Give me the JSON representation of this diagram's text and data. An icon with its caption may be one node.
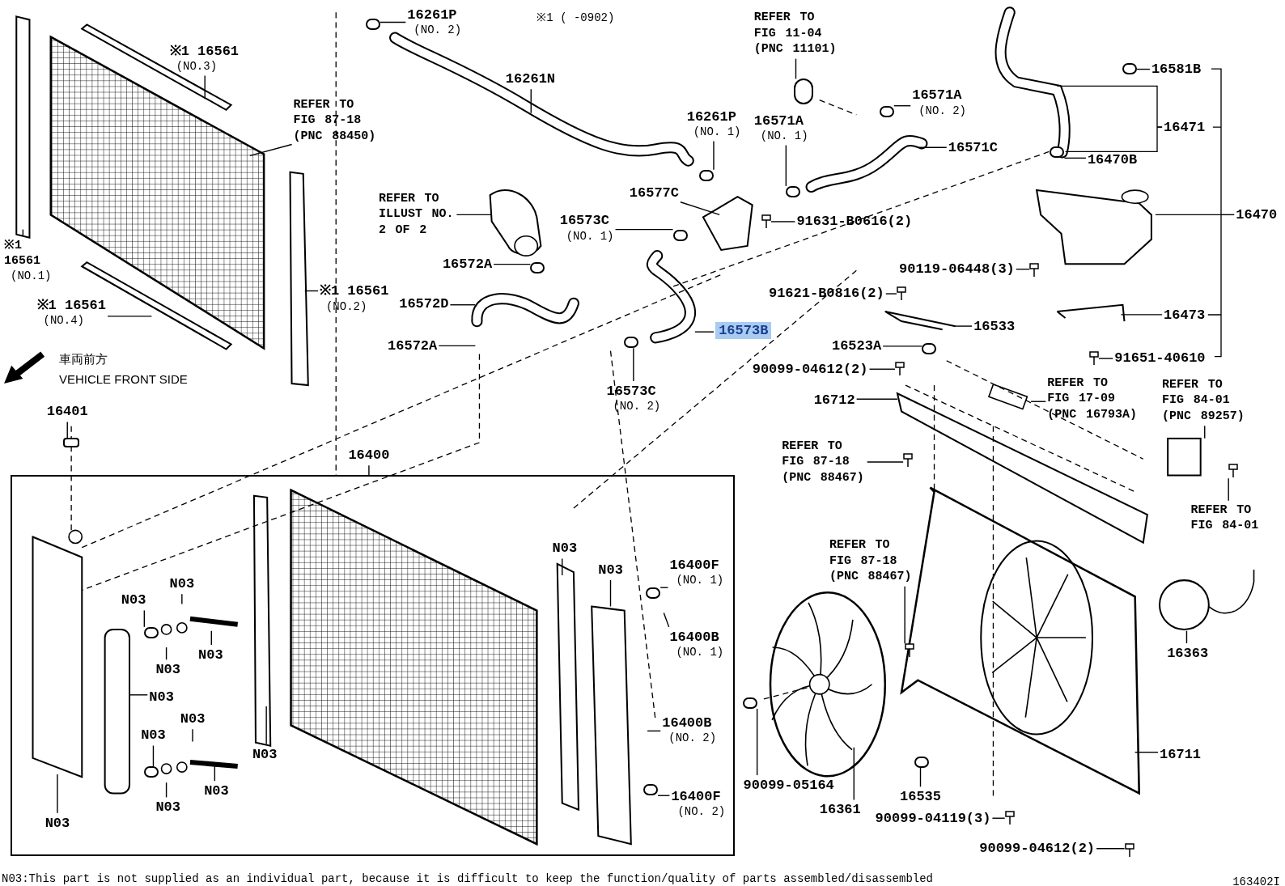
{
  "diagram": {
    "nodes": [
      {
        "text": [
          "16261P",
          "(NO. 2)"
        ]
      },
      {
        "text": [
          "※1 16561",
          "(NO.3)"
        ]
      },
      {
        "text": [
          "REFER TO FIG 87-18 (PNC 88450)"
        ]
      },
      {
        "text": [
          "REFER TO FIG 11-04 (PNC 11101)"
        ]
      },
      {
        "text": [
          "16261N"
        ]
      },
      {
        "text": [
          "※1 16561",
          "(NO.1)"
        ]
      },
      {
        "text": [
          "REFER TO ILLUST NO. 2 OF 2"
        ]
      },
      {
        "text": [
          "16261P",
          "(NO. 1)"
        ]
      },
      {
        "text": [
          "16571A",
          "(NO. 2)"
        ]
      },
      {
        "text": [
          "16571A",
          "(NO. 1)"
        ]
      },
      {
        "text": [
          "16571C"
        ]
      },
      {
        "text": [
          "16581B"
        ]
      },
      {
        "text": [
          "16471"
        ]
      },
      {
        "text": [
          "16470B"
        ]
      },
      {
        "text": [
          "16577C"
        ]
      },
      {
        "text": [
          "16573C",
          "(NO. 1)"
        ]
      },
      {
        "text": [
          "91631-B0616(2)"
        ]
      },
      {
        "text": [
          "16470"
        ]
      },
      {
        "text": [
          "16572A"
        ]
      },
      {
        "text": [
          "※1 16561",
          "(NO.2)"
        ]
      },
      {
        "text": [
          "16572D"
        ]
      },
      {
        "text": [
          "90119-06448(3)"
        ]
      },
      {
        "text": [
          "91621-B0816(2)"
        ]
      },
      {
        "text": [
          "※1 16561",
          "(NO.4)"
        ]
      },
      {
        "text": [
          "16533"
        ]
      },
      {
        "text": [
          "16473"
        ]
      },
      {
        "text": [
          "16573B"
        ]
      },
      {
        "text": [
          "16572A"
        ]
      },
      {
        "text": [
          "16523A"
        ]
      },
      {
        "text": [
          "91651-40610"
        ]
      },
      {
        "text": [
          "90099-04612(2)"
        ]
      },
      {
        "text": [
          "16573C",
          "(NO. 2)"
        ]
      },
      {
        "text": [
          "16712"
        ]
      },
      {
        "text": [
          "REFER TO FIG 17-09 (PNC 16793A)"
        ]
      },
      {
        "text": [
          "REFER TO FIG 84-01 (PNC 89257)"
        ]
      },
      {
        "text": [
          "16401"
        ]
      },
      {
        "text": [
          "REFER TO FIG 87-18 (PNC 88467)"
        ]
      },
      {
        "text": [
          "16400"
        ]
      },
      {
        "text": [],
        "shape": "box"
      },
      {
        "text": [
          "N03"
        ],
        "in": 38
      },
      {
        "text": [
          "N03"
        ],
        "in": 38
      },
      {
        "text": [
          "N03"
        ],
        "in": 38
      },
      {
        "text": [
          "N03"
        ],
        "in": 38
      },
      {
        "text": [
          "N03"
        ],
        "in": 38
      },
      {
        "text": [
          "N03"
        ],
        "in": 38
      },
      {
        "text": [
          "N03"
        ],
        "in": 38
      },
      {
        "text": [
          "N03"
        ],
        "in": 38
      },
      {
        "text": [
          "N03"
        ],
        "in": 38
      },
      {
        "text": [
          "N03"
        ],
        "in": 38
      },
      {
        "text": [
          "N03"
        ],
        "in": 38
      },
      {
        "text": [
          "N03"
        ],
        "in": 38
      },
      {
        "text": [
          "N03"
        ],
        "in": 38
      },
      {
        "text": [
          "16400F",
          "(NO. 1)"
        ],
        "in": 38
      },
      {
        "text": [
          "16400B",
          "(NO. 1)"
        ],
        "in": 38
      },
      {
        "text": [
          "16400B",
          "(NO. 2)"
        ],
        "in": 38
      },
      {
        "text": [
          "16400F",
          "(NO. 2)"
        ],
        "in": 38
      },
      {
        "text": [
          "REFER TO FIG 84-01"
        ]
      },
      {
        "text": [
          "REFER TO FIG 87-18 (PNC 88467)"
        ]
      },
      {
        "text": [
          "16363"
        ]
      },
      {
        "text": [
          "16711"
        ]
      },
      {
        "text": [
          "90099-05164"
        ]
      },
      {
        "text": [
          "16361"
        ]
      },
      {
        "text": [
          "16535"
        ]
      },
      {
        "text": [
          "90099-04119(3)"
        ]
      },
      {
        "text": [
          "90099-04612(2)"
        ]
      },
      {
        "text": [],
        "shape": "circle"
      },
      {
        "text": [],
        "shape": "circle"
      },
      {
        "text": [],
        "shape": "circle"
      },
      {
        "text": [],
        "shape": "circle"
      },
      {
        "text": [],
        "shape": "circle"
      },
      {
        "text": [],
        "shape": "circle"
      },
      {
        "text": [],
        "shape": "circle"
      },
      {
        "text": [],
        "shape": "circle"
      },
      {
        "text": [],
        "shape": "circle"
      },
      {
        "text": [],
        "shape": "circle",
        "in": 38
      },
      {
        "text": [],
        "shape": "circle",
        "in": 38
      },
      {
        "text": [],
        "shape": "circle"
      },
      {
        "text": [],
        "shape": "box"
      },
      {
        "text": [],
        "shape": "circle"
      },
      {
        "text": [],
        "shape": "bolt"
      },
      {
        "text": [],
        "shape": "bolt"
      },
      {
        "text": [],
        "shape": "bolt"
      },
      {
        "text": [],
        "shape": "bolt"
      },
      {
        "text": [],
        "shape": "bolt"
      },
      {
        "text": [],
        "shape": "bolt"
      },
      {
        "text": [],
        "shape": "bolt"
      },
      {
        "text": [],
        "shape": "bolt"
      },
      {
        "text": [],
        "shape": "bolt"
      },
      {
        "text": [],
        "shape": "bolt"
      },
      {
        "text": [],
        "shape": "cylinder"
      },
      {
        "text": [],
        "shape": "circle"
      },
      {
        "text": [],
        "shape": "circle",
        "in": 38
      },
      {
        "text": [],
        "shape": "circle",
        "in": 38
      }
    ],
    "edges": [
      {
        "from": 0,
        "to": 65,
        "arrow": "none"
      },
      {
        "from": 1,
        "to": null,
        "arrow": "none"
      },
      {
        "from": 2,
        "to": null,
        "arrow": "none"
      },
      {
        "from": 3,
        "to": 89,
        "arrow": "none"
      },
      {
        "from": 4,
        "to": null,
        "arrow": "none"
      },
      {
        "from": 5,
        "to": null,
        "arrow": "none"
      },
      {
        "from": 6,
        "to": null,
        "arrow": "none"
      },
      {
        "from": 7,
        "to": 66,
        "arrow": "none"
      },
      {
        "from": 8,
        "to": 67,
        "arrow": "none"
      },
      {
        "from": 9,
        "to": 68,
        "arrow": "none"
      },
      {
        "from": 10,
        "to": null,
        "arrow": "none"
      },
      {
        "from": 11,
        "to": 72,
        "arrow": "none"
      },
      {
        "from": 12,
        "to": null,
        "arrow": "none"
      },
      {
        "from": 13,
        "to": 73,
        "arrow": "none"
      },
      {
        "from": 14,
        "to": null,
        "arrow": "none"
      },
      {
        "from": 15,
        "to": 69,
        "arrow": "none"
      },
      {
        "from": 16,
        "to": 79,
        "arrow": "none"
      },
      {
        "from": 17,
        "to": null,
        "arrow": "none"
      },
      {
        "from": 18,
        "to": 70,
        "arrow": "none"
      },
      {
        "from": 19,
        "to": null,
        "arrow": "none"
      },
      {
        "from": 20,
        "to": null,
        "arrow": "none"
      },
      {
        "from": 21,
        "to": 80,
        "arrow": "none"
      },
      {
        "from": 22,
        "to": 81,
        "arrow": "none"
      },
      {
        "from": 23,
        "to": null,
        "arrow": "none"
      },
      {
        "from": 24,
        "to": null,
        "arrow": "none"
      },
      {
        "from": 25,
        "to": null,
        "arrow": "none"
      },
      {
        "from": 26,
        "to": null,
        "arrow": "none"
      },
      {
        "from": 27,
        "to": null,
        "arrow": "none"
      },
      {
        "from": 28,
        "to": 76,
        "arrow": "none"
      },
      {
        "from": 29,
        "to": 83,
        "arrow": "none"
      },
      {
        "from": 30,
        "to": 82,
        "arrow": "none"
      },
      {
        "from": 31,
        "to": 71,
        "arrow": "none"
      },
      {
        "from": 32,
        "to": null,
        "arrow": "none"
      },
      {
        "from": 33,
        "to": null,
        "arrow": "none"
      },
      {
        "from": 34,
        "to": null,
        "arrow": "none"
      },
      {
        "from": 35,
        "to": 77,
        "arrow": "none"
      },
      {
        "from": 36,
        "to": 86,
        "arrow": "none"
      },
      {
        "from": 37,
        "to": 38,
        "arrow": "none"
      },
      {
        "from": 39,
        "to": null,
        "arrow": "none"
      },
      {
        "from": 40,
        "to": null,
        "arrow": "none"
      },
      {
        "from": 41,
        "to": null,
        "arrow": "none"
      },
      {
        "from": 42,
        "to": 91,
        "arrow": "none"
      },
      {
        "from": 43,
        "to": null,
        "arrow": "none"
      },
      {
        "from": 44,
        "to": null,
        "arrow": "none"
      },
      {
        "from": 45,
        "to": null,
        "arrow": "none"
      },
      {
        "from": 46,
        "to": null,
        "arrow": "none"
      },
      {
        "from": 47,
        "to": 92,
        "arrow": "none"
      },
      {
        "from": 48,
        "to": null,
        "arrow": "none"
      },
      {
        "from": 49,
        "to": null,
        "arrow": "none"
      },
      {
        "from": 50,
        "to": null,
        "arrow": "none"
      },
      {
        "from": 51,
        "to": null,
        "arrow": "none"
      },
      {
        "from": 52,
        "to": 74,
        "arrow": "none"
      },
      {
        "from": 53,
        "to": null,
        "arrow": "none"
      },
      {
        "from": 54,
        "to": null,
        "arrow": "none"
      },
      {
        "from": 55,
        "to": 75,
        "arrow": "none"
      },
      {
        "from": 56,
        "to": 88,
        "arrow": "none"
      },
      {
        "from": 57,
        "to": 87,
        "arrow": "none"
      },
      {
        "from": 58,
        "to": null,
        "arrow": "none"
      },
      {
        "from": 59,
        "to": null,
        "arrow": "none"
      },
      {
        "from": 60,
        "to": 78,
        "arrow": "none"
      },
      {
        "from": 61,
        "to": null,
        "arrow": "none"
      },
      {
        "from": 62,
        "to": 90,
        "arrow": "none"
      },
      {
        "from": 63,
        "to": 84,
        "arrow": "none"
      },
      {
        "from": 64,
        "to": 85,
        "arrow": "none"
      }
    ],
    "labels": [
      "※1 ( -0902)",
      "車両前方",
      "VEHICLE FRONT SIDE",
      "N03:This part is not supplied as an individual part, because it is difficult to keep the function/quality of parts assembled/disassembled",
      "163402I"
    ]
  }
}
